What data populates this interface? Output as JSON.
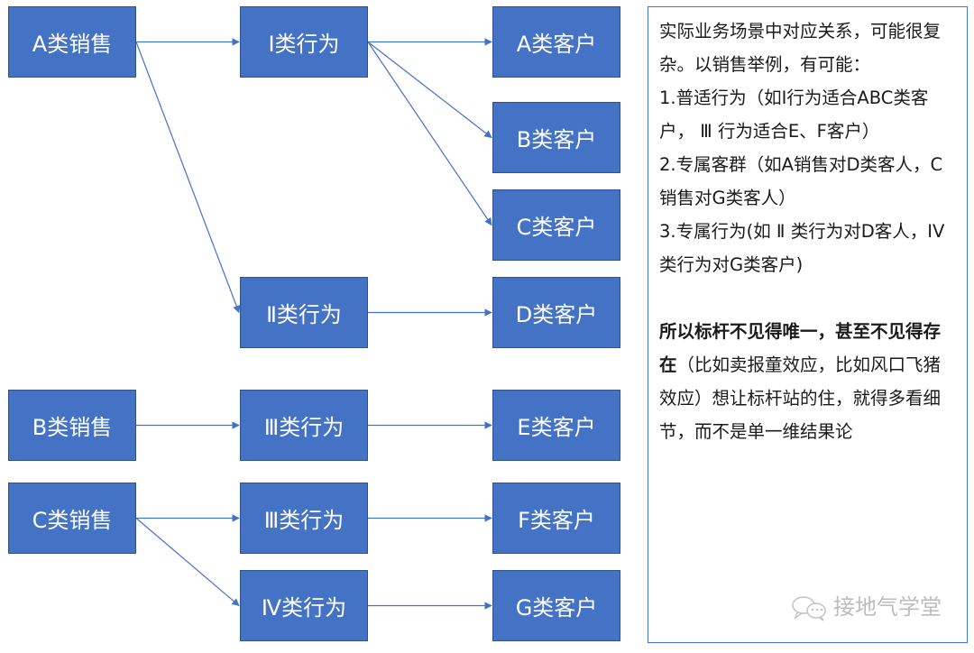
{
  "diagram": {
    "node_color": "#4472C4",
    "edge_color": "#4472C4",
    "sales": [
      {
        "id": "sa",
        "label": "A类销售"
      },
      {
        "id": "sb",
        "label": "B类销售"
      },
      {
        "id": "sc",
        "label": "C类销售"
      }
    ],
    "behaviors": [
      {
        "id": "b1",
        "label": "Ⅰ类行为"
      },
      {
        "id": "b2",
        "label": "Ⅱ类行为"
      },
      {
        "id": "b3a",
        "label": "Ⅲ类行为"
      },
      {
        "id": "b3b",
        "label": "Ⅲ类行为"
      },
      {
        "id": "b4",
        "label": "Ⅳ类行为"
      }
    ],
    "customers": [
      {
        "id": "ca",
        "label": "A类客户"
      },
      {
        "id": "cb",
        "label": "B类客户"
      },
      {
        "id": "cc",
        "label": "C类客户"
      },
      {
        "id": "cd",
        "label": "D类客户"
      },
      {
        "id": "ce",
        "label": "E类客户"
      },
      {
        "id": "cf",
        "label": "F类客户"
      },
      {
        "id": "cg",
        "label": "G类客户"
      }
    ],
    "edges": [
      [
        "sa",
        "b1"
      ],
      [
        "sa",
        "b2"
      ],
      [
        "b1",
        "ca"
      ],
      [
        "b1",
        "cb"
      ],
      [
        "b1",
        "cc"
      ],
      [
        "b2",
        "cd"
      ],
      [
        "sb",
        "b3a"
      ],
      [
        "b3a",
        "ce"
      ],
      [
        "sc",
        "b3b"
      ],
      [
        "sc",
        "b4"
      ],
      [
        "b3b",
        "cf"
      ],
      [
        "b4",
        "cg"
      ]
    ]
  },
  "note": {
    "intro": "实际业务场景中对应关系，可能很复杂。以销售举例，有可能：",
    "items": [
      "1.普适行为（如I行为适合ABC类客户， Ⅲ 行为适合E、F客户）",
      "2.专属客群（如A销售对D类客人，C销售对G类客人）",
      "3.专属行为(如 Ⅱ 类行为对D客人，IV类行为对G类客户)"
    ],
    "conclusion_bold": "所以标杆不见得唯一，甚至不见得存在",
    "conclusion_rest": "（比如卖报童效应，比如风口飞猪效应）想让标杆站的住，就得多看细节，而不是单一维结果论"
  },
  "watermark": {
    "icon": "wechat-icon",
    "text": "接地气学堂"
  }
}
